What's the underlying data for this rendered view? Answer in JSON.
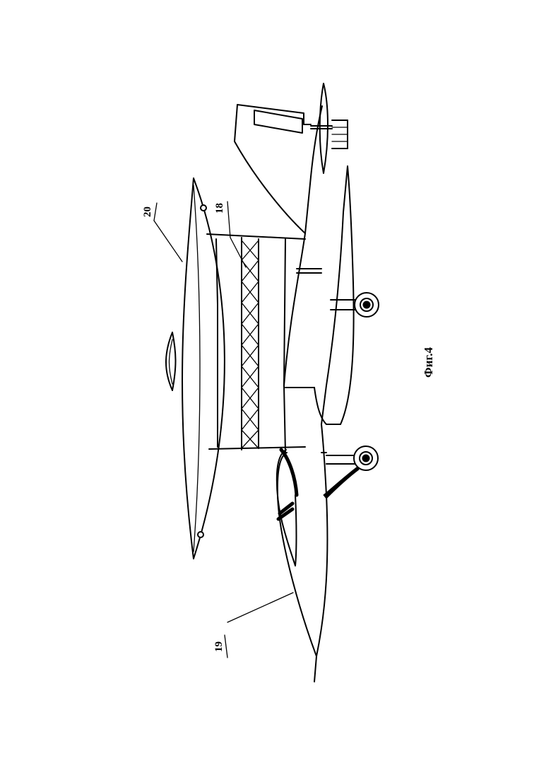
{
  "figure": {
    "caption": "Фиг.4",
    "labels": {
      "ref_18": "18",
      "ref_19": "19",
      "ref_20": "20"
    }
  }
}
